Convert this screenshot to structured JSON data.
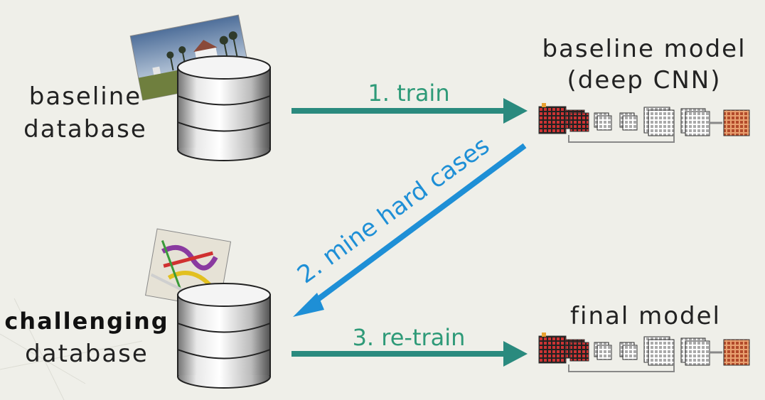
{
  "baseline_database": {
    "line1": "baseline",
    "line2": "database"
  },
  "challenging_database": {
    "line1": "challenging",
    "line2": "database"
  },
  "baseline_model": {
    "line1": "baseline model",
    "line2": "(deep CNN)"
  },
  "final_model": {
    "line1": "final model"
  },
  "steps": {
    "train": "1. train",
    "mine": "2. mine hard cases",
    "retrain": "3. re-train"
  },
  "colors": {
    "green_arrow": "#2a8a7e",
    "blue_arrow": "#1e8fd6",
    "step_text": "#2e9a78"
  }
}
